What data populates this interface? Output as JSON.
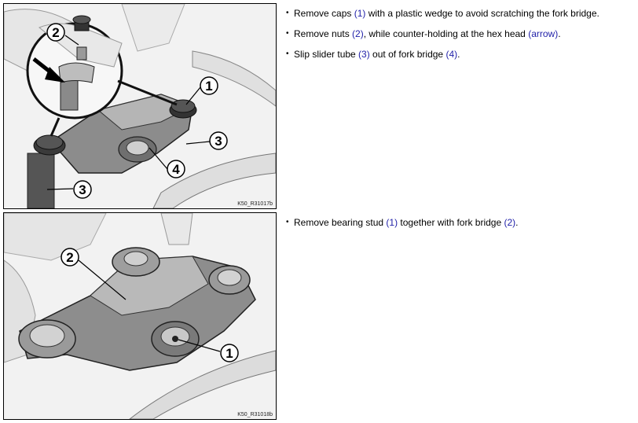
{
  "figure1": {
    "code": "K50_R31017b",
    "callouts": [
      "2",
      "1",
      "3",
      "4",
      "3"
    ]
  },
  "figure2": {
    "code": "K50_R31018b",
    "callouts": [
      "2",
      "1"
    ]
  },
  "steps1": [
    {
      "a": "Remove caps ",
      "r1": "(1)",
      "b": " with a plastic wedge to avoid scratching the fork bridge."
    },
    {
      "a": "Remove nuts ",
      "r1": "(2)",
      "b": ", while counter-holding at the hex head ",
      "r2": "(arrow)",
      "c": "."
    },
    {
      "a": "Slip slider tube ",
      "r1": "(3)",
      "b": " out of fork bridge ",
      "r2": "(4)",
      "c": "."
    }
  ],
  "steps2": [
    {
      "a": "Remove bearing stud ",
      "r1": "(1)",
      "b": " together with fork bridge ",
      "r2": "(2)",
      "c": "."
    }
  ],
  "bullet": "•"
}
